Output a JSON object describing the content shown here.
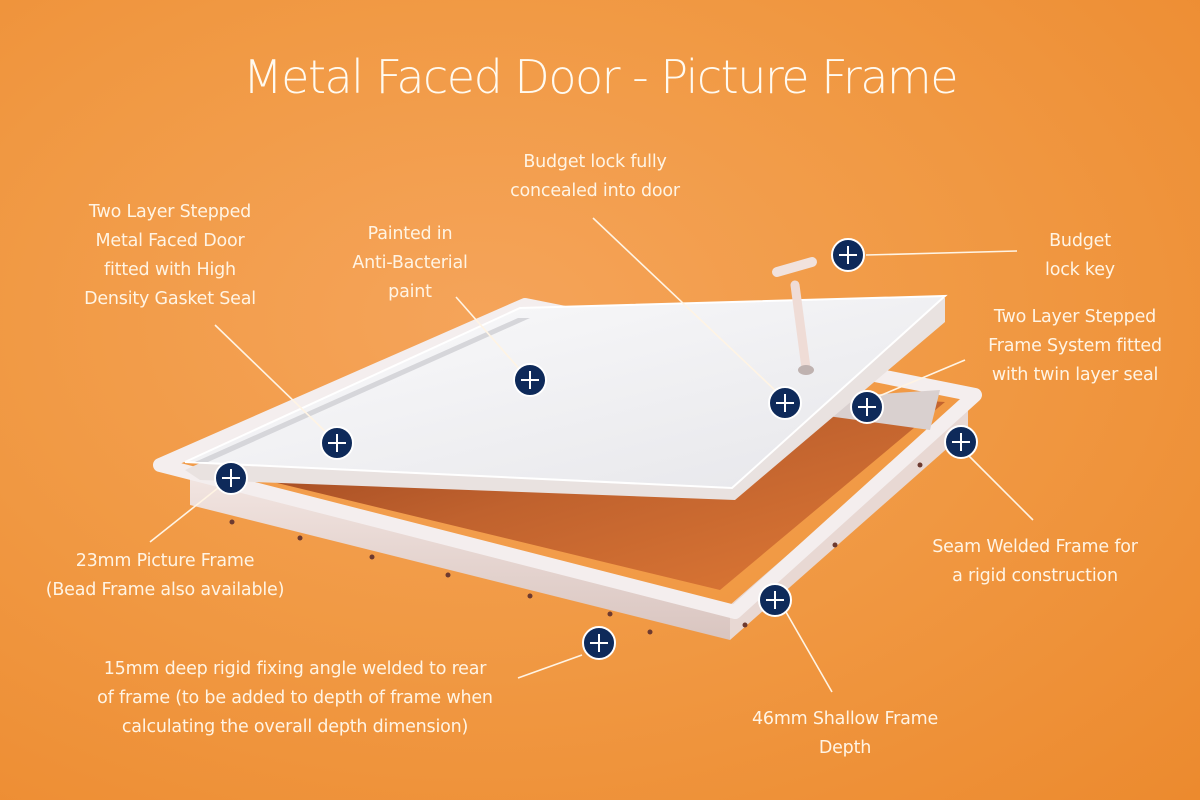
{
  "title": "Metal Faced Door - Picture Frame",
  "colors": {
    "background": "#f19a45",
    "hotspot_fill": "#0e2a5a",
    "hotspot_ring": "#ffffff",
    "label_text": "#fff4e4",
    "door_face": "#f3f3f4",
    "frame_interior": "#b85a2c"
  },
  "hotspot_icon": "plus-circle-icon",
  "callouts": [
    {
      "id": "door",
      "text": "Two Layer Stepped\nMetal Faced Door\nfitted with High\nDensity Gasket Seal"
    },
    {
      "id": "paint",
      "text": "Painted in\nAnti-Bacterial\npaint"
    },
    {
      "id": "lock",
      "text": "Budget lock fully\nconcealed into door"
    },
    {
      "id": "key",
      "text": "Budget\nlock key"
    },
    {
      "id": "frame-system",
      "text": "Two Layer Stepped\nFrame System fitted\nwith twin layer seal"
    },
    {
      "id": "picture-frame",
      "text": "23mm Picture Frame\n(Bead Frame also available)"
    },
    {
      "id": "seam-welded",
      "text": "Seam Welded Frame for\na rigid construction"
    },
    {
      "id": "fixing-angle",
      "text": "15mm deep rigid fixing angle welded to rear\nof frame (to be added to depth of frame when\ncalculating the overall depth dimension)"
    },
    {
      "id": "shallow-depth",
      "text": "46mm Shallow Frame\nDepth"
    }
  ]
}
